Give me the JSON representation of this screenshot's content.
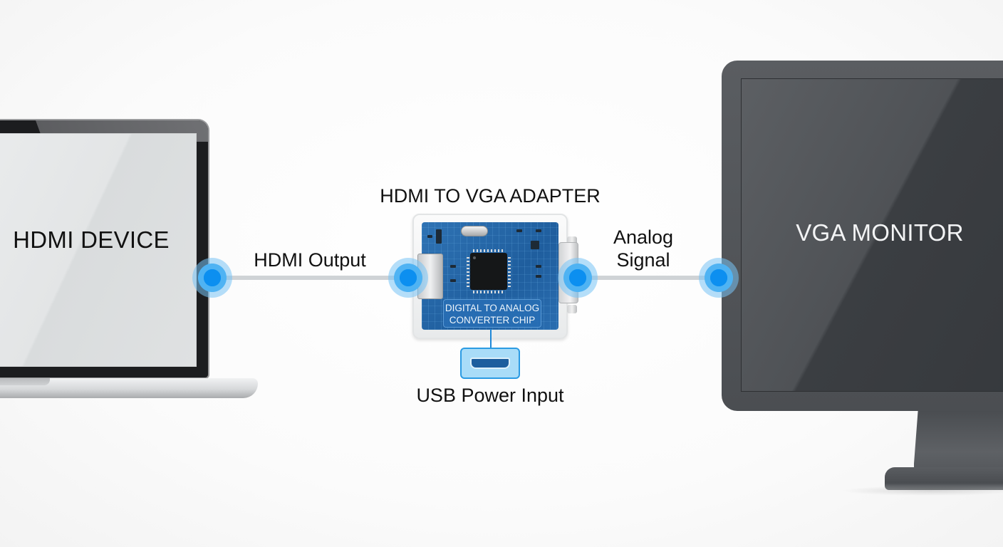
{
  "diagram": {
    "title": "HDMI TO VGA ADAPTER",
    "source_device": {
      "label": "HDMI DEVICE",
      "type": "laptop"
    },
    "target_device": {
      "label": "VGA MONITOR",
      "type": "monitor"
    },
    "adapter": {
      "label": "HDMI TO VGA ADAPTER",
      "chip_caption_line1": "DIGITAL TO ANALOG",
      "chip_caption_line2": "CONVERTER CHIP",
      "power_label": "USB Power Input"
    },
    "connections": [
      {
        "id": "hdmi-output",
        "label": "HDMI Output",
        "from": "HDMI DEVICE",
        "to": "HDMI TO VGA ADAPTER"
      },
      {
        "id": "analog-signal",
        "label_line1": "Analog",
        "label_line2": "Signal",
        "from": "HDMI TO VGA ADAPTER",
        "to": "VGA MONITOR"
      }
    ],
    "colors": {
      "node_blue": "#0c8ff0",
      "wire_gray": "#cfd3d6",
      "pcb_blue": "#1f5e9e",
      "usb_box": "#a9dcf8",
      "monitor_body": "#4b4e52",
      "laptop_screen": "#e3e5e6"
    }
  }
}
